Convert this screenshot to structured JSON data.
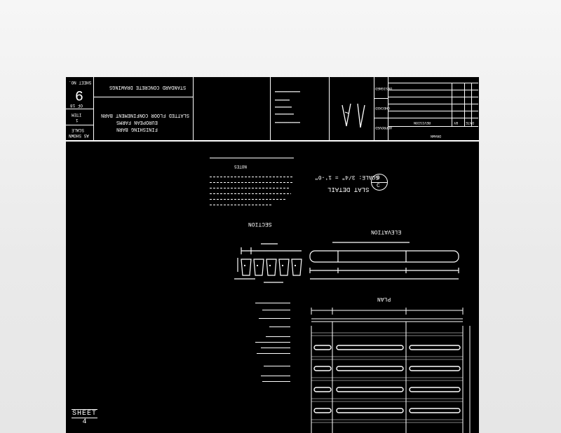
{
  "title_block": {
    "sheet_label": "SHEET NO.",
    "sheet_number": "9",
    "sheet_sub": "OF 18",
    "item_label": "ITEM",
    "item_value": "1",
    "scale_label": "SCALE",
    "scale_value": "AS SHOWN",
    "project_title": "STANDARD CONCRETE DRAWINGS",
    "drawing_title_1": "SLATTED FLOOR CONFINEMENT BARN",
    "drawing_title_2": "EUROPEAN FARMS",
    "drawing_title_3": "FINISHING BARN",
    "approval_1": "DESIGNED",
    "approval_2": "CHECKED",
    "approval_3": "APPROVED",
    "rev_header_1": "REVISION",
    "rev_header_2": "BY",
    "rev_header_3": "DATE",
    "footer_cell": "DRAWN"
  },
  "detail": {
    "callout_number": "9",
    "callout_sheet": "C",
    "callout_title": "SLAT DETAIL",
    "callout_scale": "SCALE: 3/4\" = 1'-0\"",
    "section_label": "SECTION",
    "elevation_label": "ELEVATION",
    "plan_label": "PLAN",
    "notes_header": "NOTES"
  },
  "stamp": {
    "label": "SHEET",
    "value": "4"
  }
}
